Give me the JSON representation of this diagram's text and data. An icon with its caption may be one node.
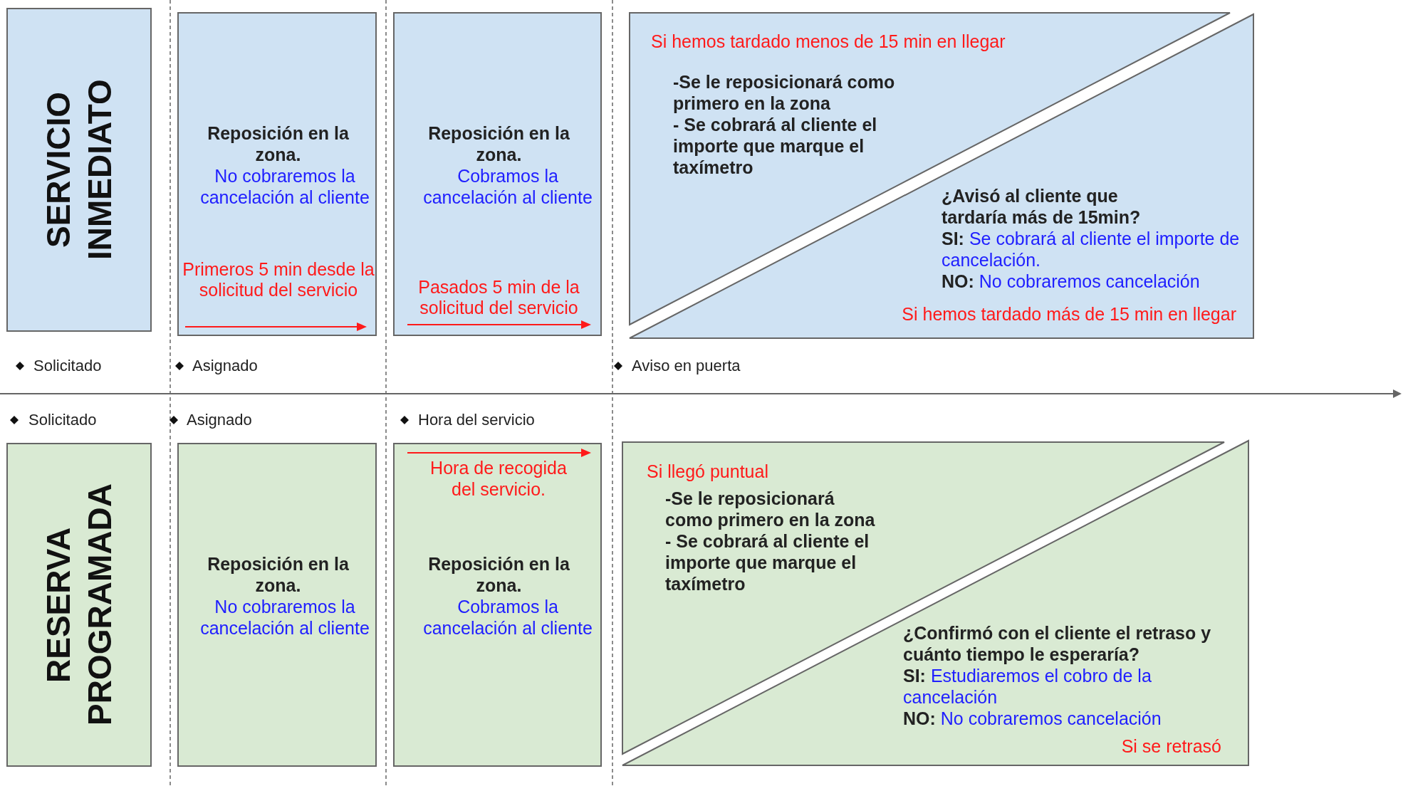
{
  "diagram": {
    "nodes": [
      {
        "text": [
          "SERVICIO INMEDIATO"
        ]
      },
      {
        "text": [
          "Reposición en la zona.",
          "No cobraremos la cancelación al cliente",
          "Primeros 5 min desde la solicitud del servicio"
        ]
      },
      {
        "text": [
          "Reposición en la zona.",
          "Cobramos la cancelación al cliente",
          "Pasados 5 min de la solicitud del servicio"
        ]
      },
      {
        "text": [
          "Si hemos tardado menos de 15 min en llegar",
          "-Se le reposicionará como primero en la zona",
          "- Se cobrará al cliente el importe que marque el taxímetro"
        ]
      },
      {
        "text": [
          "¿Avisó al cliente que tardaría más de 15min?",
          "**SI:** Se cobrará al cliente el importe de cancelación.",
          "**NO:** No cobraremos cancelación",
          "Si hemos tardado más de 15 min en llegar"
        ]
      },
      {
        "text": [
          "RESERVA PROGRAMADA"
        ]
      },
      {
        "text": [
          "Reposición en la zona.",
          "No cobraremos la cancelación al cliente"
        ]
      },
      {
        "text": [
          "Hora de recogida del servicio.",
          "Reposición en la zona.",
          "Cobramos la cancelación al cliente"
        ]
      },
      {
        "text": [
          "Si llegó puntual",
          "-Se le reposicionará como primero en la zona",
          "- Se cobrará al cliente el importe que marque el taxímetro"
        ]
      },
      {
        "text": [
          "¿Confirmó con el cliente el retraso y cuánto tiempo le esperaría?",
          "**SI:** Estudiaremos el cobro de la cancelación",
          "**NO:** No cobraremos cancelación",
          "Si se retrasó"
        ]
      }
    ],
    "labels": [
      "Solicitado",
      "Asignado",
      "Aviso en puerta",
      "Solicitado",
      "Asignado",
      "Hora del servicio"
    ]
  }
}
